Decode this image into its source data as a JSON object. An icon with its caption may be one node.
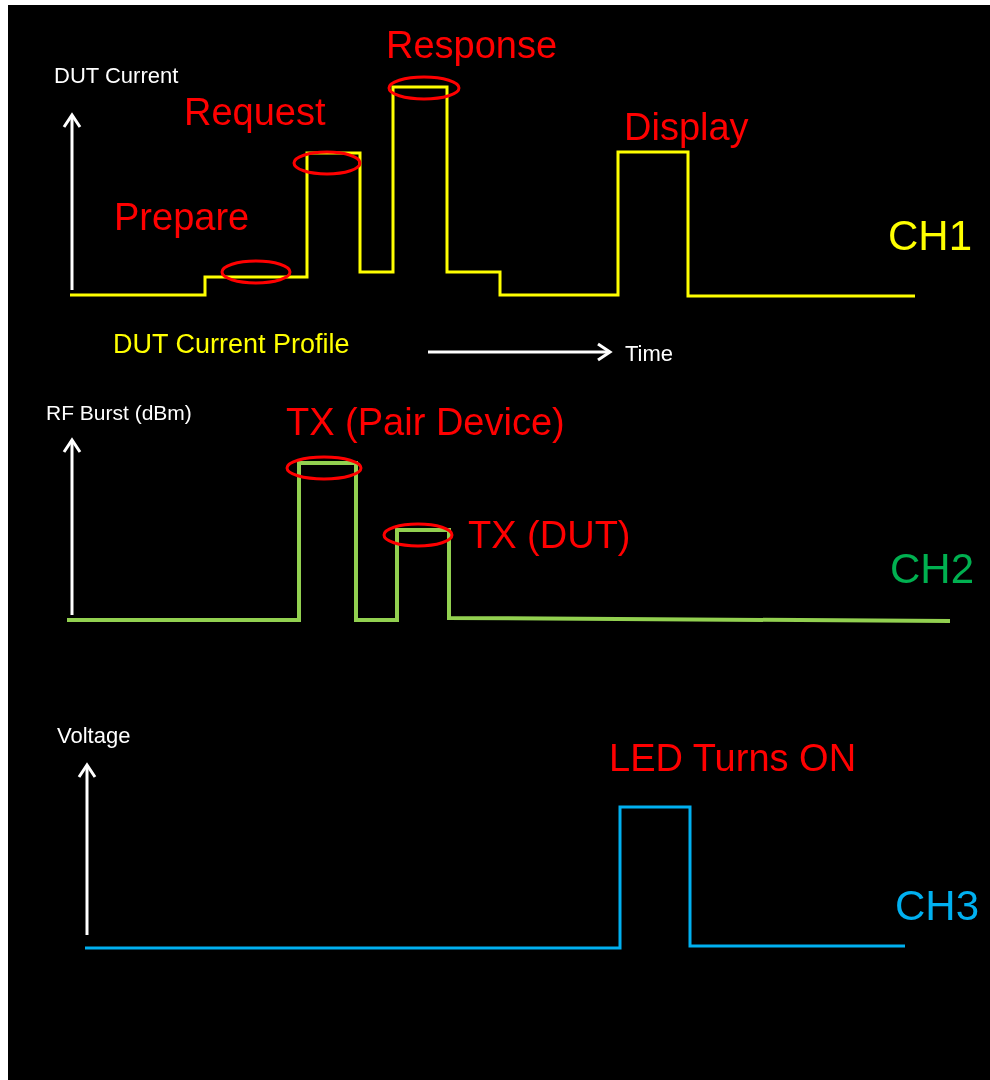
{
  "diagram": {
    "labels": [
      "Response",
      "DUT Current",
      "Request",
      "Display",
      "Prepare",
      "CH1",
      "DUT Current Profile",
      "Time",
      "RF Burst (dBm)",
      "TX (Pair Device)",
      "TX (DUT)",
      "CH2",
      "Voltage",
      "LED Turns ON",
      "CH3"
    ]
  }
}
